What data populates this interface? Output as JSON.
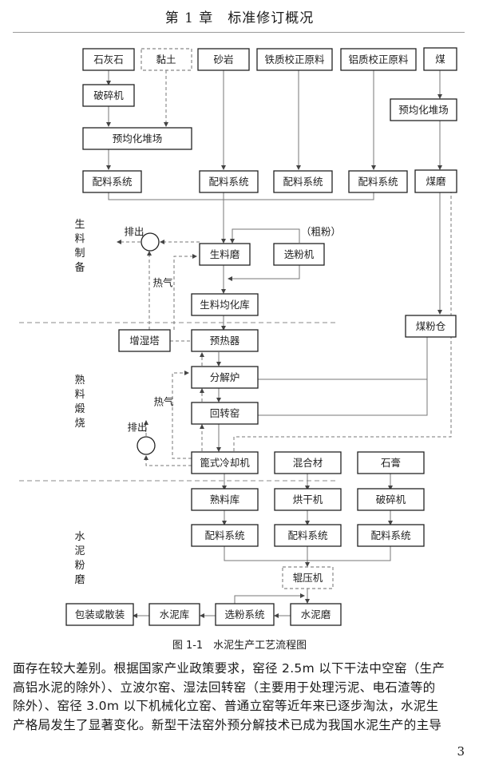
{
  "header": {
    "chapter": "第 1 章　标准修订概况"
  },
  "diagram": {
    "sections": {
      "raw": [
        "生",
        "料",
        "制",
        "备"
      ],
      "clinker": [
        "熟",
        "料",
        "煅",
        "烧"
      ],
      "cement": [
        "水",
        "泥",
        "粉",
        "磨"
      ]
    },
    "nodes": {
      "limestone": "石灰石",
      "clay": "黏土",
      "sandstone": "砂岩",
      "iron_corrective": "铁质校正原料",
      "alum_corrective": "铝质校正原料",
      "coal": "煤",
      "crusher1": "破碎机",
      "prehomog1": "预均化堆场",
      "prehomog2": "预均化堆场",
      "batch1": "配料系统",
      "batch2": "配料系统",
      "batch3": "配料系统",
      "batch4": "配料系统",
      "coal_mill": "煤磨",
      "raw_mill": "生料磨",
      "separator": "选粉机",
      "raw_silo": "生料均化库",
      "coal_bin": "煤粉仓",
      "humid_tower": "增湿塔",
      "preheater": "预热器",
      "calciner": "分解炉",
      "kiln": "回转窑",
      "cooler": "篦式冷却机",
      "admixture": "混合材",
      "gypsum": "石膏",
      "clinker_silo": "熟料库",
      "dryer": "烘干机",
      "crusher2": "破碎机",
      "batch5": "配料系统",
      "batch6": "配料系统",
      "batch7": "配料系统",
      "roller_press": "辊压机",
      "cement_mill": "水泥磨",
      "sep_system": "选粉系统",
      "cement_silo": "水泥库",
      "packing": "包装或散装"
    },
    "annotations": {
      "exhaust1": "排出",
      "exhaust2": "排出",
      "hot_gas1": "热气",
      "hot_gas2": "热气",
      "coarse": "（粗粉）"
    }
  },
  "caption": "图 1-1　水泥生产工艺流程图",
  "body": {
    "lines": [
      "面存在较大差别。根据国家产业政策要求，窑径 2.5m 以下干法中空窑（生产",
      "高铝水泥的除外）、立波尔窑、湿法回转窑（主要用于处理污泥、电石渣等的",
      "除外）、窑径 3.0m 以下机械化立窑、普通立窑等近年来已逐步淘汰，水泥生",
      "产格局发生了显著变化。新型干法窑外预分解技术已成为我国水泥生产的主导"
    ]
  },
  "page_number": "3"
}
